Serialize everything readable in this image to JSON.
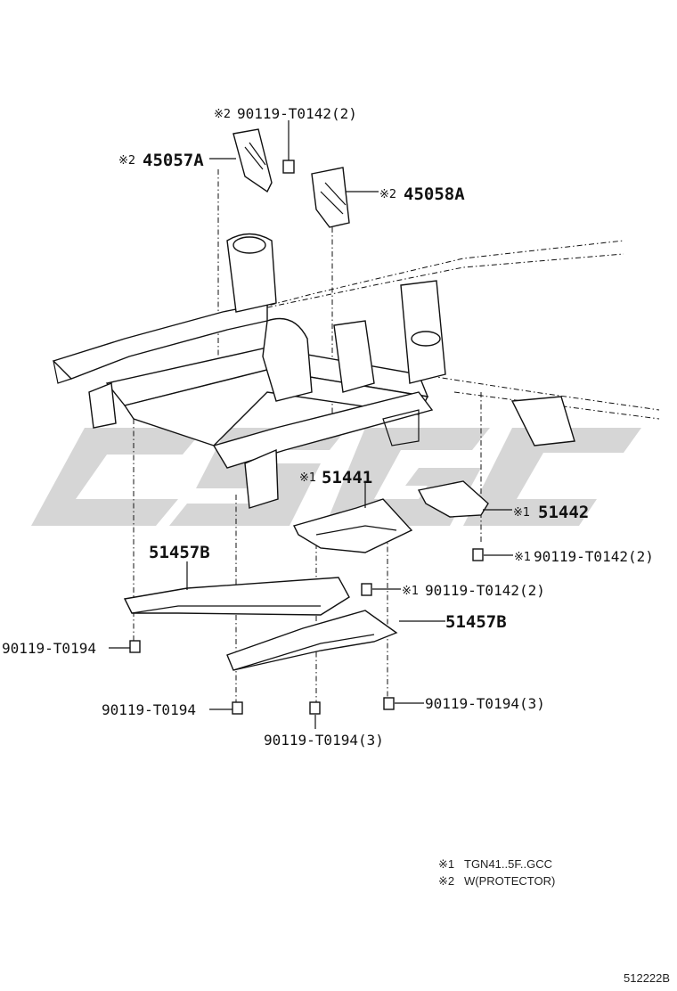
{
  "watermark": "CYSGC",
  "callouts": {
    "c1": {
      "mark": "※2",
      "text": "90119-T0142(2)"
    },
    "c2": {
      "mark": "※2",
      "text": "45057A"
    },
    "c3": {
      "mark": "※2",
      "text": "45058A"
    },
    "c4": {
      "mark": "※1",
      "text": "51441"
    },
    "c5": {
      "mark": "※1",
      "text": "51442"
    },
    "c6": {
      "mark": "※1",
      "text": "90119-T0142(2)"
    },
    "c7": {
      "mark": "",
      "text": "51457B"
    },
    "c8": {
      "mark": "※1",
      "text": "90119-T0142(2)"
    },
    "c9": {
      "mark": "",
      "text": "51457B"
    },
    "c10": {
      "mark": "",
      "text": "90119-T0194"
    },
    "c11": {
      "mark": "",
      "text": "90119-T0194"
    },
    "c12": {
      "mark": "",
      "text": "90119-T0194(3)"
    },
    "c13": {
      "mark": "",
      "text": "90119-T0194(3)"
    }
  },
  "notes": [
    {
      "mark": "※1",
      "text": "TGN41..5F..GCC"
    },
    {
      "mark": "※2",
      "text": "W(PROTECTOR)"
    }
  ],
  "diagram_id": "512222B"
}
